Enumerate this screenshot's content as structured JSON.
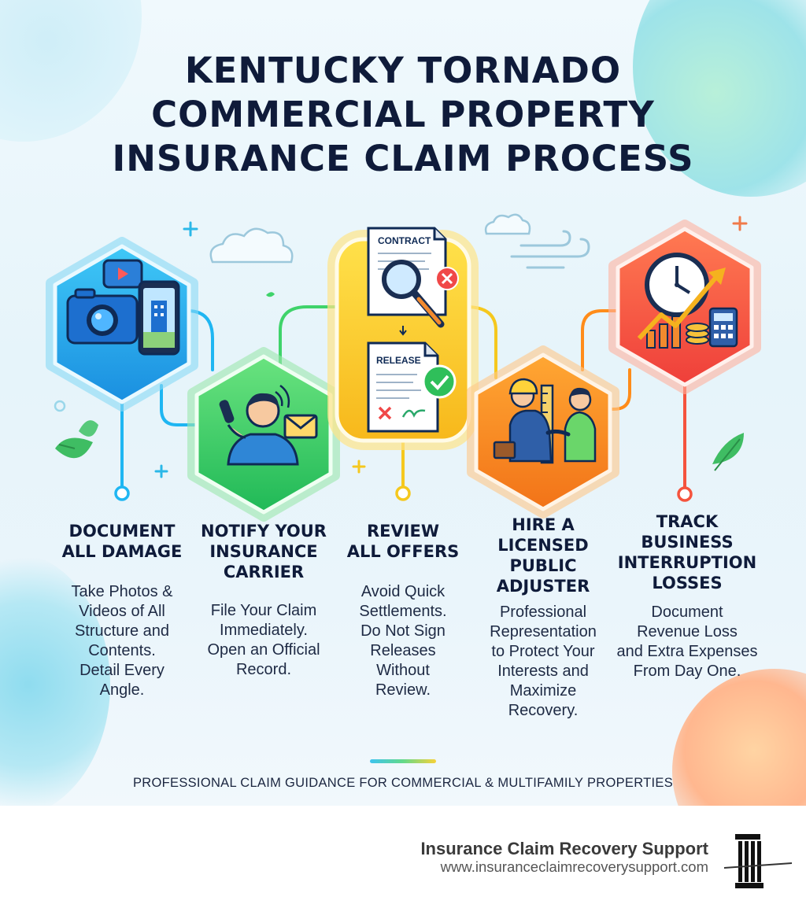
{
  "title": {
    "line1": "KENTUCKY TORNADO",
    "line2": "COMMERCIAL PROPERTY",
    "line3": "INSURANCE CLAIM PROCESS"
  },
  "steps": [
    {
      "title": [
        "DOCUMENT",
        "ALL DAMAGE"
      ],
      "desc": [
        "Take Photos &",
        "Videos of All",
        "Structure and",
        "Contents.",
        "Detail Every",
        "Angle."
      ],
      "color": "#1fb6f2",
      "icon": "camera-phone-icon"
    },
    {
      "title": [
        "NOTIFY YOUR",
        "INSURANCE",
        "CARRIER"
      ],
      "desc": [
        "File Your Claim",
        "Immediately.",
        "Open an Official",
        "Record."
      ],
      "color": "#3fd36a",
      "icon": "phone-call-icon"
    },
    {
      "title": [
        "REVIEW",
        "ALL OFFERS"
      ],
      "desc": [
        "Avoid Quick",
        "Settlements.",
        "Do Not Sign",
        "Releases",
        "Without",
        "Review."
      ],
      "color": "#f5c81e",
      "icon": "contract-release-icon"
    },
    {
      "title": [
        "HIRE A",
        "LICENSED",
        "PUBLIC",
        "ADJUSTER"
      ],
      "desc": [
        "Professional",
        "Representation",
        "to Protect Your",
        "Interests and",
        "Maximize",
        "Recovery."
      ],
      "color": "#ff8c1a",
      "icon": "handshake-icon"
    },
    {
      "title": [
        "TRACK",
        "BUSINESS",
        "INTERRUPTION",
        "LOSSES"
      ],
      "desc": [
        "Document",
        "Revenue Loss",
        "and Extra Expenses",
        "From Day One."
      ],
      "color": "#f5533d",
      "icon": "clock-chart-icon"
    }
  ],
  "documents": {
    "contract_label": "CONTRACT",
    "release_label": "RELEASE"
  },
  "tagline": "PROFESSIONAL CLAIM GUIDANCE FOR COMMERCIAL & MULTIFAMILY PROPERTIES",
  "footer": {
    "company": "Insurance Claim Recovery Support",
    "url": "www.insuranceclaimrecoverysupport.com"
  }
}
